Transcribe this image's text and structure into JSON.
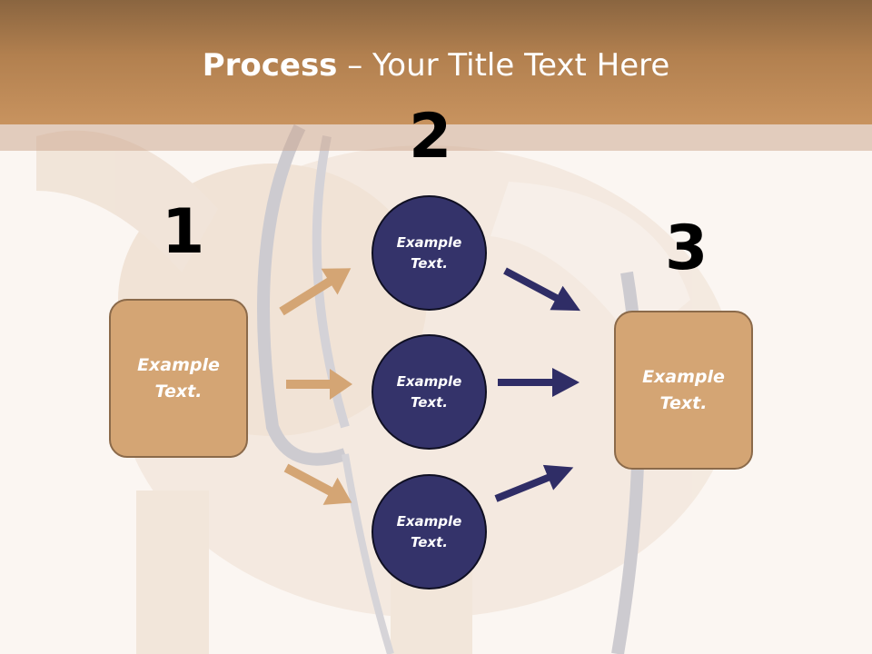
{
  "title": {
    "bold": "Process",
    "rest": " – Your Title Text Here"
  },
  "steps": {
    "one": "1",
    "two": "2",
    "three": "3"
  },
  "left_box": {
    "label": "Example Text."
  },
  "circles": [
    {
      "label": "Example Text."
    },
    {
      "label": "Example Text."
    },
    {
      "label": "Example Text."
    }
  ],
  "right_box": {
    "label": "Example Text."
  },
  "colors": {
    "header": "#c8935f",
    "box": "#d4a574",
    "circle": "#34336a",
    "arrow_tan": "#d4a574",
    "arrow_navy": "#2f2d66"
  }
}
